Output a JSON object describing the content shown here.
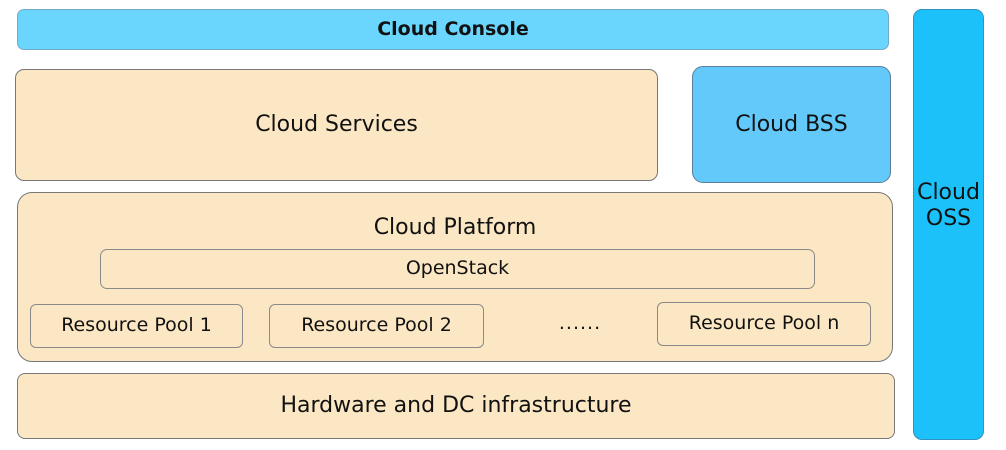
{
  "console": {
    "label": "Cloud Console"
  },
  "services": {
    "label": "Cloud Services"
  },
  "bss": {
    "label": "Cloud BSS"
  },
  "oss": {
    "label": "Cloud OSS"
  },
  "platform": {
    "title": "Cloud Platform",
    "openstack": "OpenStack",
    "pools": [
      "Resource Pool 1",
      "Resource Pool 2",
      "Resource Pool n"
    ],
    "ellipsis": "......"
  },
  "hardware": {
    "label": "Hardware and DC infrastructure"
  },
  "colors": {
    "layer_fill": "#fbe7c3",
    "console_fill": "#6ad6fd",
    "bss_fill": "#62c9fa",
    "oss_fill": "#1bc1f8"
  }
}
